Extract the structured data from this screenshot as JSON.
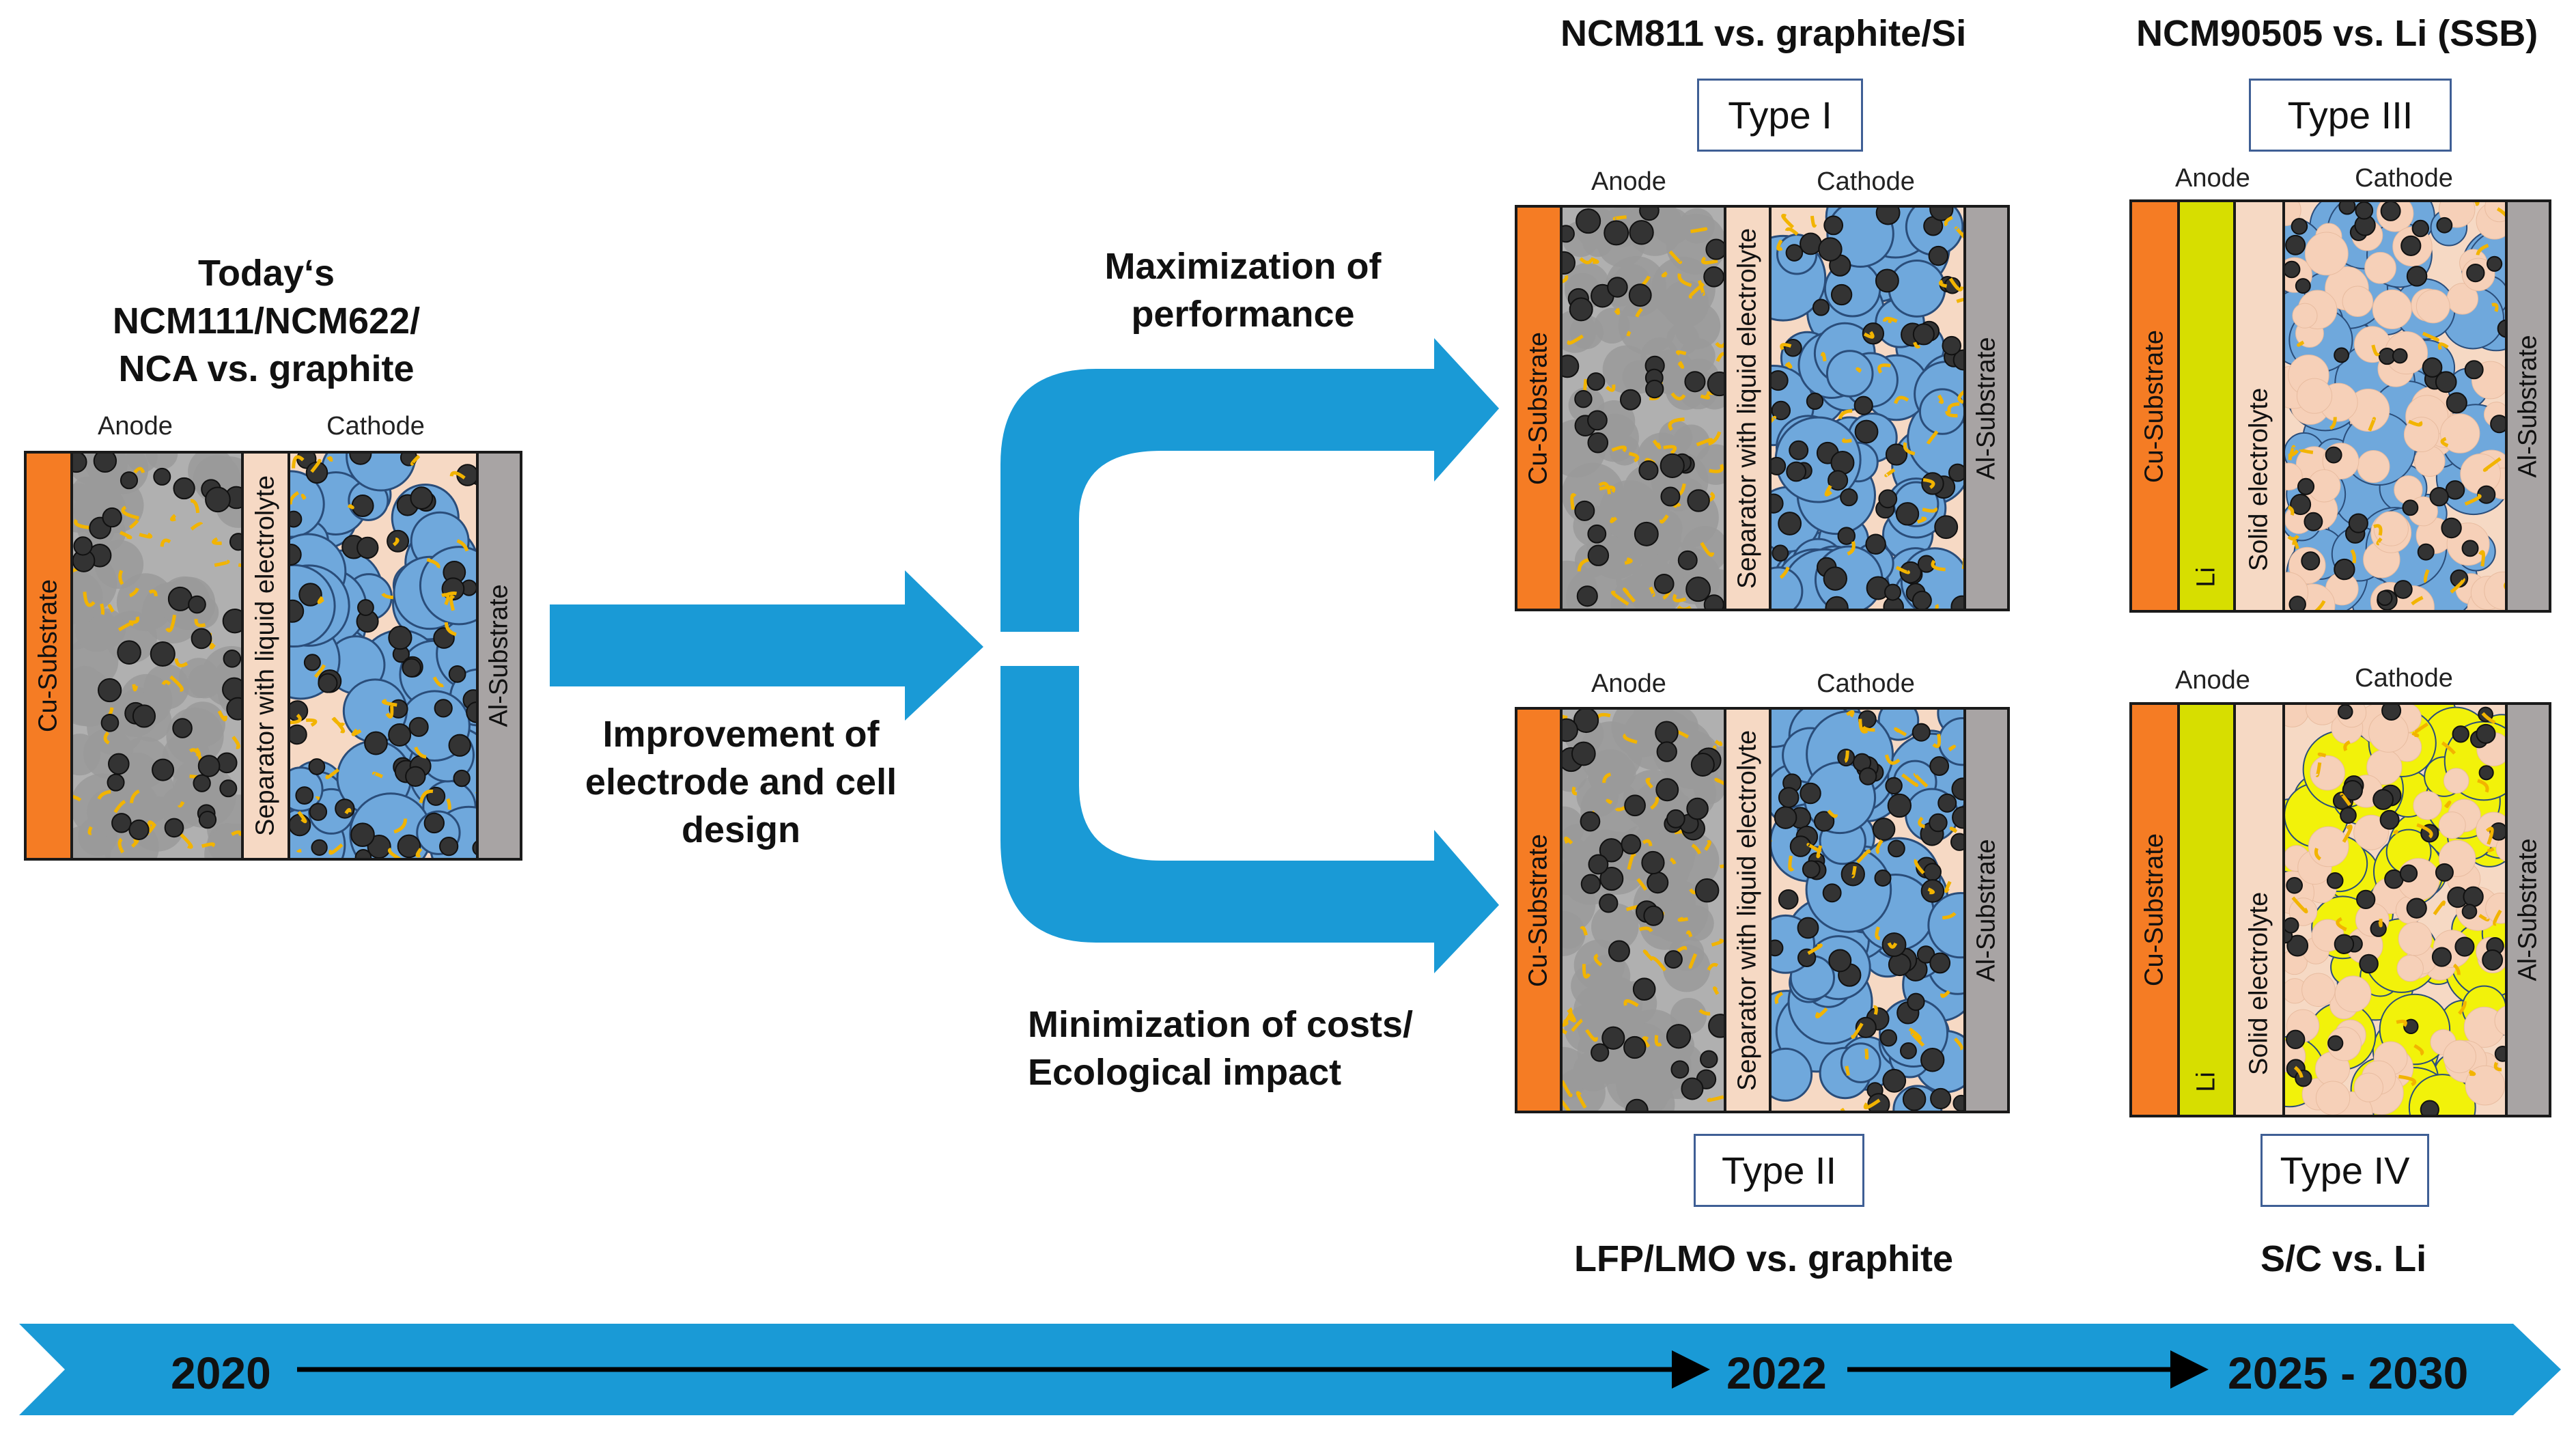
{
  "current": {
    "title_lines": [
      "Today‘s",
      "NCM111/NCM622/",
      "NCA vs. graphite"
    ],
    "anode_label": "Anode",
    "cathode_label": "Cathode",
    "cu_label": "Cu-Substrate",
    "separator_label": "Separator with liquid electrolyte",
    "al_label": "Al-Substrate"
  },
  "arrows": {
    "improvement_lines": [
      "Improvement of",
      "electrode and cell",
      "design"
    ],
    "maximization_lines": [
      "Maximization of",
      "performance"
    ],
    "minimization_lines": [
      "Minimization of costs/",
      "Ecological impact"
    ]
  },
  "type1": {
    "header": "NCM811 vs. graphite/Si",
    "type_label": "Type I",
    "anode_label": "Anode",
    "cathode_label": "Cathode",
    "cu_label": "Cu-Substrate",
    "separator_label": "Separator with liquid electrolyte",
    "al_label": "Al-Substrate"
  },
  "type2": {
    "footer": "LFP/LMO vs. graphite",
    "type_label": "Type II",
    "anode_label": "Anode",
    "cathode_label": "Cathode",
    "cu_label": "Cu-Substrate",
    "separator_label": "Separator with liquid electrolyte",
    "al_label": "Al-Substrate"
  },
  "type3": {
    "header": "NCM90505 vs. Li (SSB)",
    "type_label": "Type III",
    "anode_label": "Anode",
    "cathode_label": "Cathode",
    "cu_label": "Cu-Substrate",
    "li_label": "Li",
    "solid_label": "Solid electrolyte",
    "al_label": "Al-Substrate"
  },
  "type4": {
    "footer": "S/C vs. Li",
    "type_label": "Type IV",
    "anode_label": "Anode",
    "cathode_label": "Cathode",
    "cu_label": "Cu-Substrate",
    "li_label": "Li",
    "solid_label": "Solid electrolyte",
    "al_label": "Al-Substrate"
  },
  "timeline": {
    "year_2020": "2020",
    "year_2022": "2022",
    "year_2025_2030": "2025 - 2030"
  },
  "colors": {
    "blue_arrow": "#1a9ad6",
    "copper": "#f57c24",
    "aluminum": "#a8a4a4",
    "separator": "#f6d9c4",
    "lithium": "#d7de00",
    "active_blue": "#6fa8dc",
    "sulfur_yellow": "#f2f20a",
    "graphite_gray": "#9a9a9a"
  }
}
